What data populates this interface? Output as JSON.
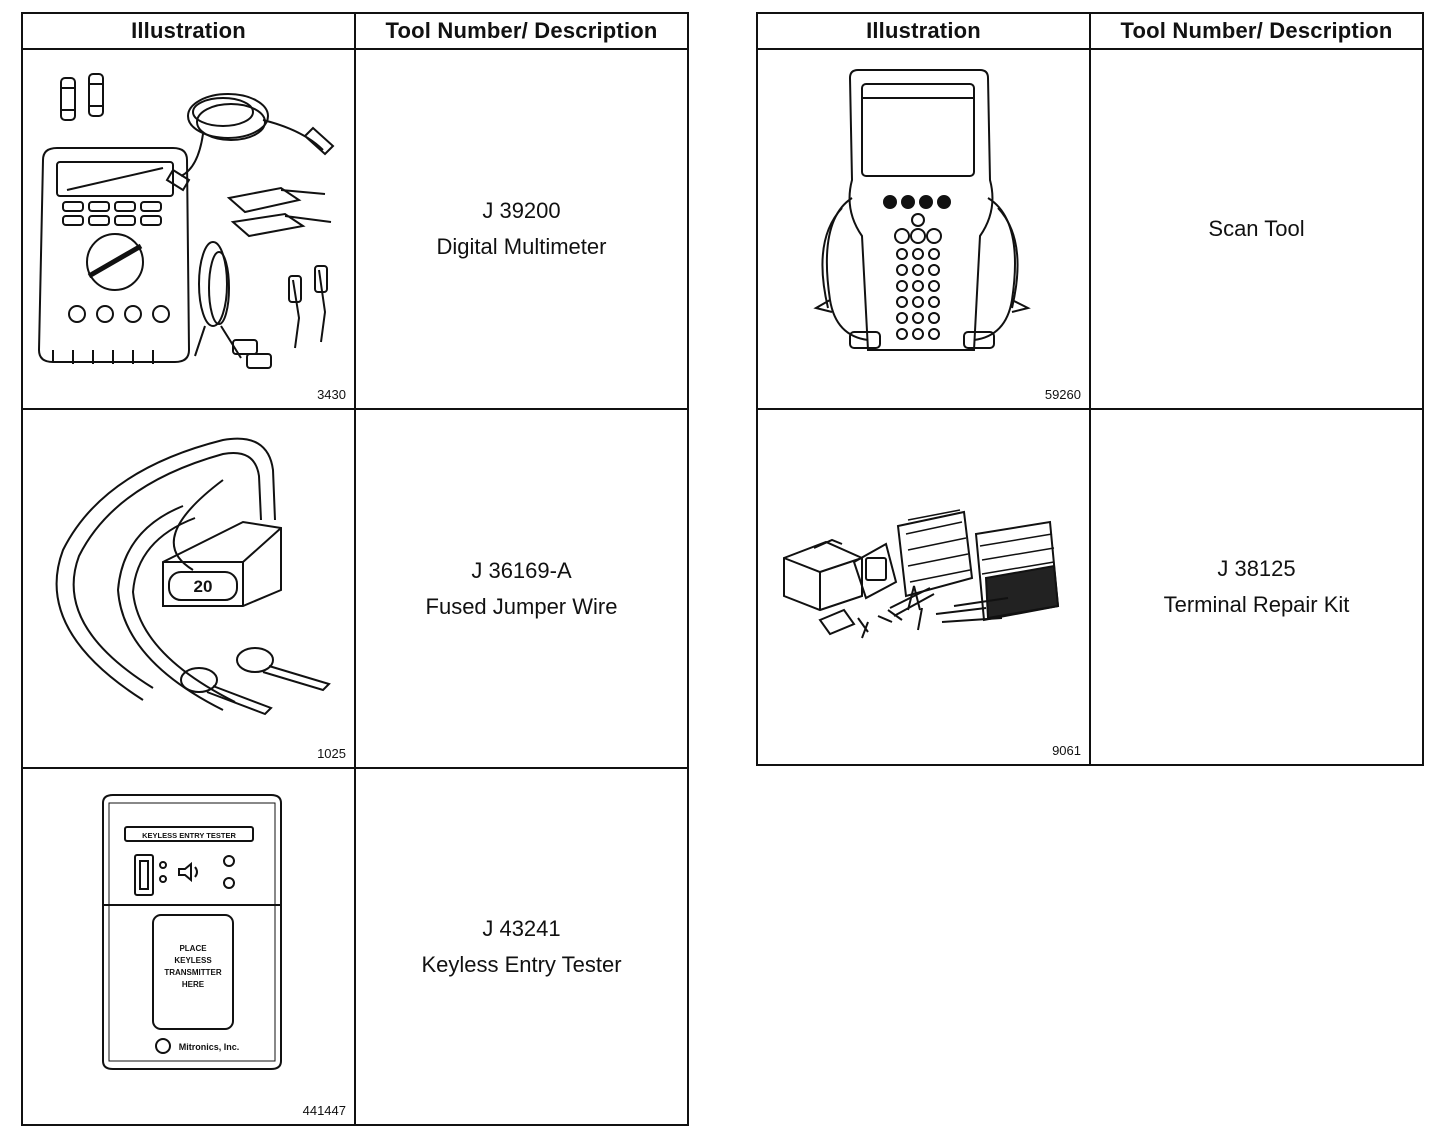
{
  "headers": {
    "illustration": "Illustration",
    "description": "Tool Number/ Description"
  },
  "left_table": [
    {
      "figure": "3430",
      "tool_number": "J 39200",
      "description": "Digital Multimeter",
      "illustration_icon": "digital-multimeter-icon"
    },
    {
      "figure": "1025",
      "tool_number": "J 36169-A",
      "description": "Fused Jumper Wire",
      "illustration_icon": "fused-jumper-wire-icon",
      "fuse_label": "20"
    },
    {
      "figure": "441447",
      "tool_number": "J 43241",
      "description": "Keyless Entry Tester",
      "illustration_icon": "keyless-entry-tester-icon",
      "device_title": "KEYLESS ENTRY TESTER",
      "device_text": [
        "PLACE",
        "KEYLESS",
        "TRANSMITTER",
        "HERE"
      ],
      "device_brand": "Mitronics, Inc."
    }
  ],
  "right_table": [
    {
      "figure": "59260",
      "tool_number": "",
      "description": "Scan Tool",
      "illustration_icon": "scan-tool-icon"
    },
    {
      "figure": "9061",
      "tool_number": "J 38125",
      "description": "Terminal Repair Kit",
      "illustration_icon": "terminal-repair-kit-icon"
    }
  ]
}
